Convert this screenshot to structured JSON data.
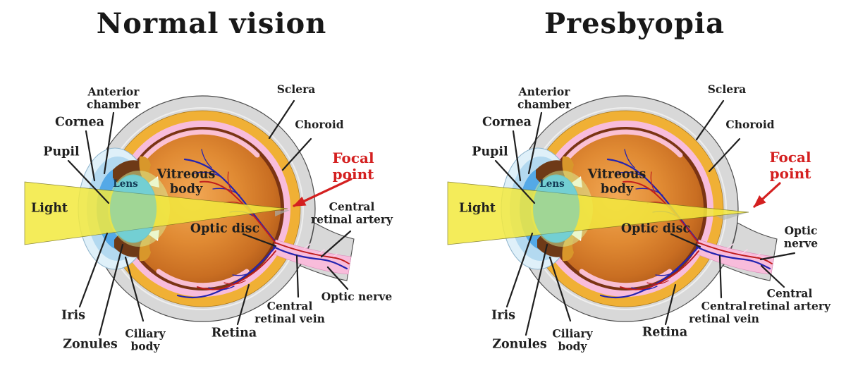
{
  "colors": {
    "sclera": "#d8d8d8",
    "choroid": "#f0b035",
    "retina": "#f8bcdb",
    "rim": "#7b3413",
    "vit-hi": "#f2a855",
    "vit-mid": "#e08a33",
    "vit-lo": "#a85417",
    "lens": "#4ec3e8",
    "beam": "#f3e93e",
    "focal": "#d42020",
    "chamber": "#54a9e7",
    "cornea": "#dff0f9",
    "iris": "#6e3a17",
    "ciliary": "#d8972b",
    "vein": "#2323b0",
    "artery": "#c01d1d",
    "ink": "#1f1f1f"
  },
  "figure": {
    "panels": [
      {
        "title": "Normal vision",
        "labels": {
          "anterior_chamber": [
            "Anterior",
            "chamber"
          ],
          "cornea": [
            "Cornea"
          ],
          "pupil": [
            "Pupil"
          ],
          "light": [
            "Light"
          ],
          "lens": [
            "Lens"
          ],
          "vitreous_body": [
            "Vitreous",
            "body"
          ],
          "iris": [
            "Iris"
          ],
          "zonules": [
            "Zonules"
          ],
          "ciliary_body": [
            "Ciliary",
            "body"
          ],
          "optic_disc": [
            "Optic disc"
          ],
          "retina": [
            "Retina"
          ],
          "central_retinal_vein": [
            "Central",
            "retinal vein"
          ],
          "central_retinal_artery": [
            "Central",
            "retinal artery"
          ],
          "optic_nerve": [
            "Optic nerve"
          ],
          "sclera": [
            "Sclera"
          ],
          "choroid": [
            "Choroid"
          ],
          "focal_point": [
            "Focal",
            "point"
          ]
        }
      },
      {
        "title": "Presbyopia",
        "labels": {
          "anterior_chamber": [
            "Anterior",
            "chamber"
          ],
          "cornea": [
            "Cornea"
          ],
          "pupil": [
            "Pupil"
          ],
          "light": [
            "Light"
          ],
          "lens": [
            "Lens"
          ],
          "vitreous_body": [
            "Vitreous",
            "body"
          ],
          "iris": [
            "Iris"
          ],
          "zonules": [
            "Zonules"
          ],
          "ciliary_body": [
            "Ciliary",
            "body"
          ],
          "optic_disc": [
            "Optic disc"
          ],
          "retina": [
            "Retina"
          ],
          "central_retinal_vein": [
            "Central",
            "retinal vein"
          ],
          "central_retinal_artery": [
            "Central",
            "retinal artery"
          ],
          "optic_nerve": [
            "Optic",
            "nerve"
          ],
          "sclera": [
            "Sclera"
          ],
          "choroid": [
            "Choroid"
          ],
          "focal_point": [
            "Focal",
            "point"
          ]
        }
      }
    ]
  }
}
